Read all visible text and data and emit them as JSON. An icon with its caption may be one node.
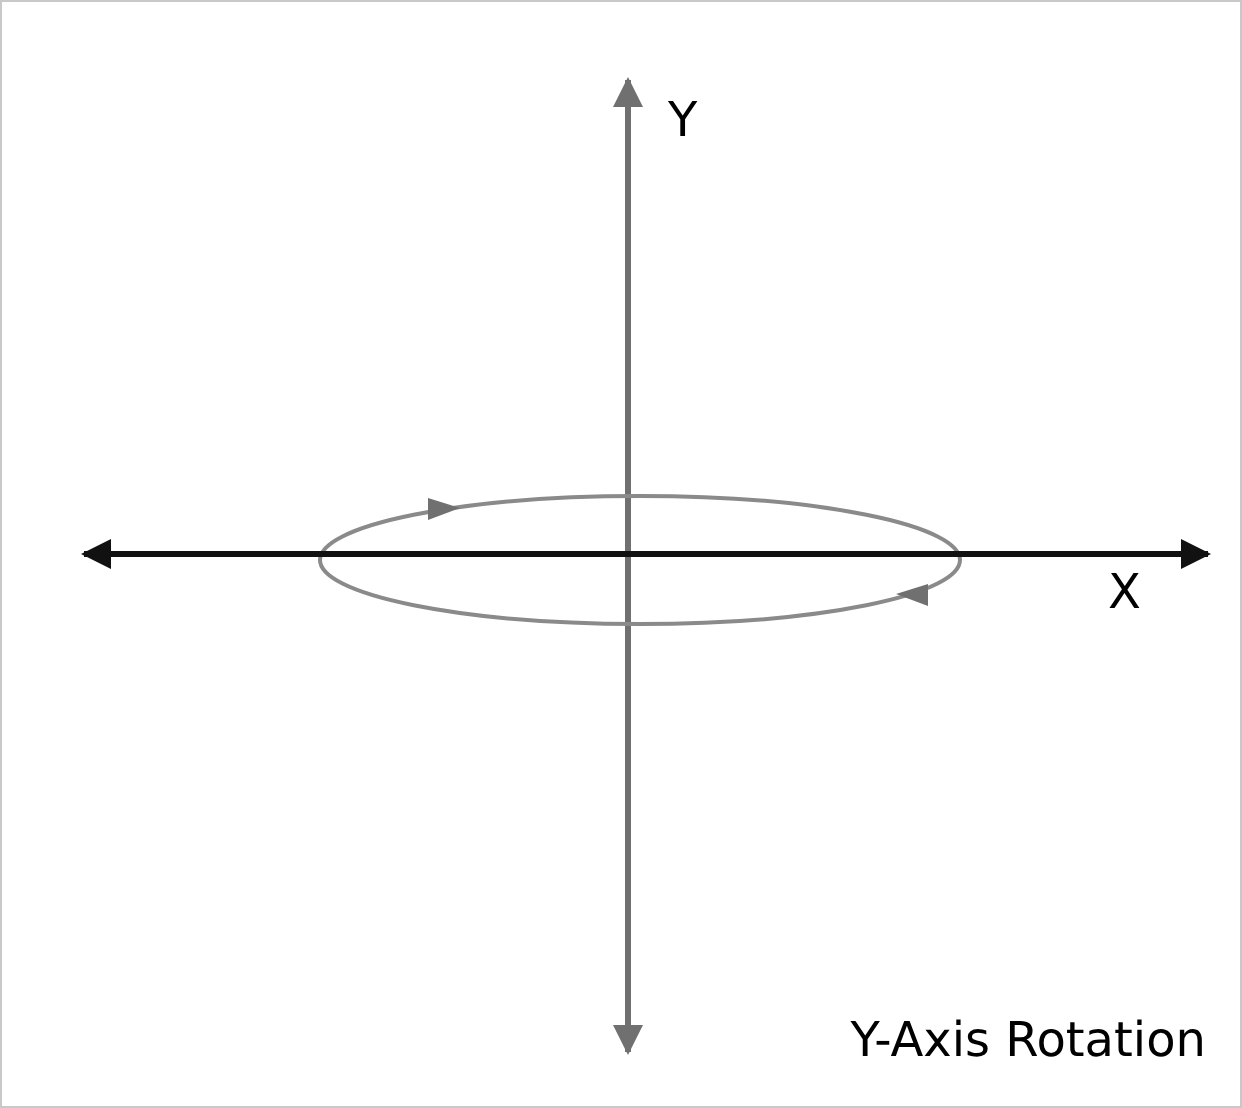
{
  "diagram": {
    "caption": "Y-Axis Rotation",
    "labels": [
      "Y",
      "X"
    ]
  }
}
